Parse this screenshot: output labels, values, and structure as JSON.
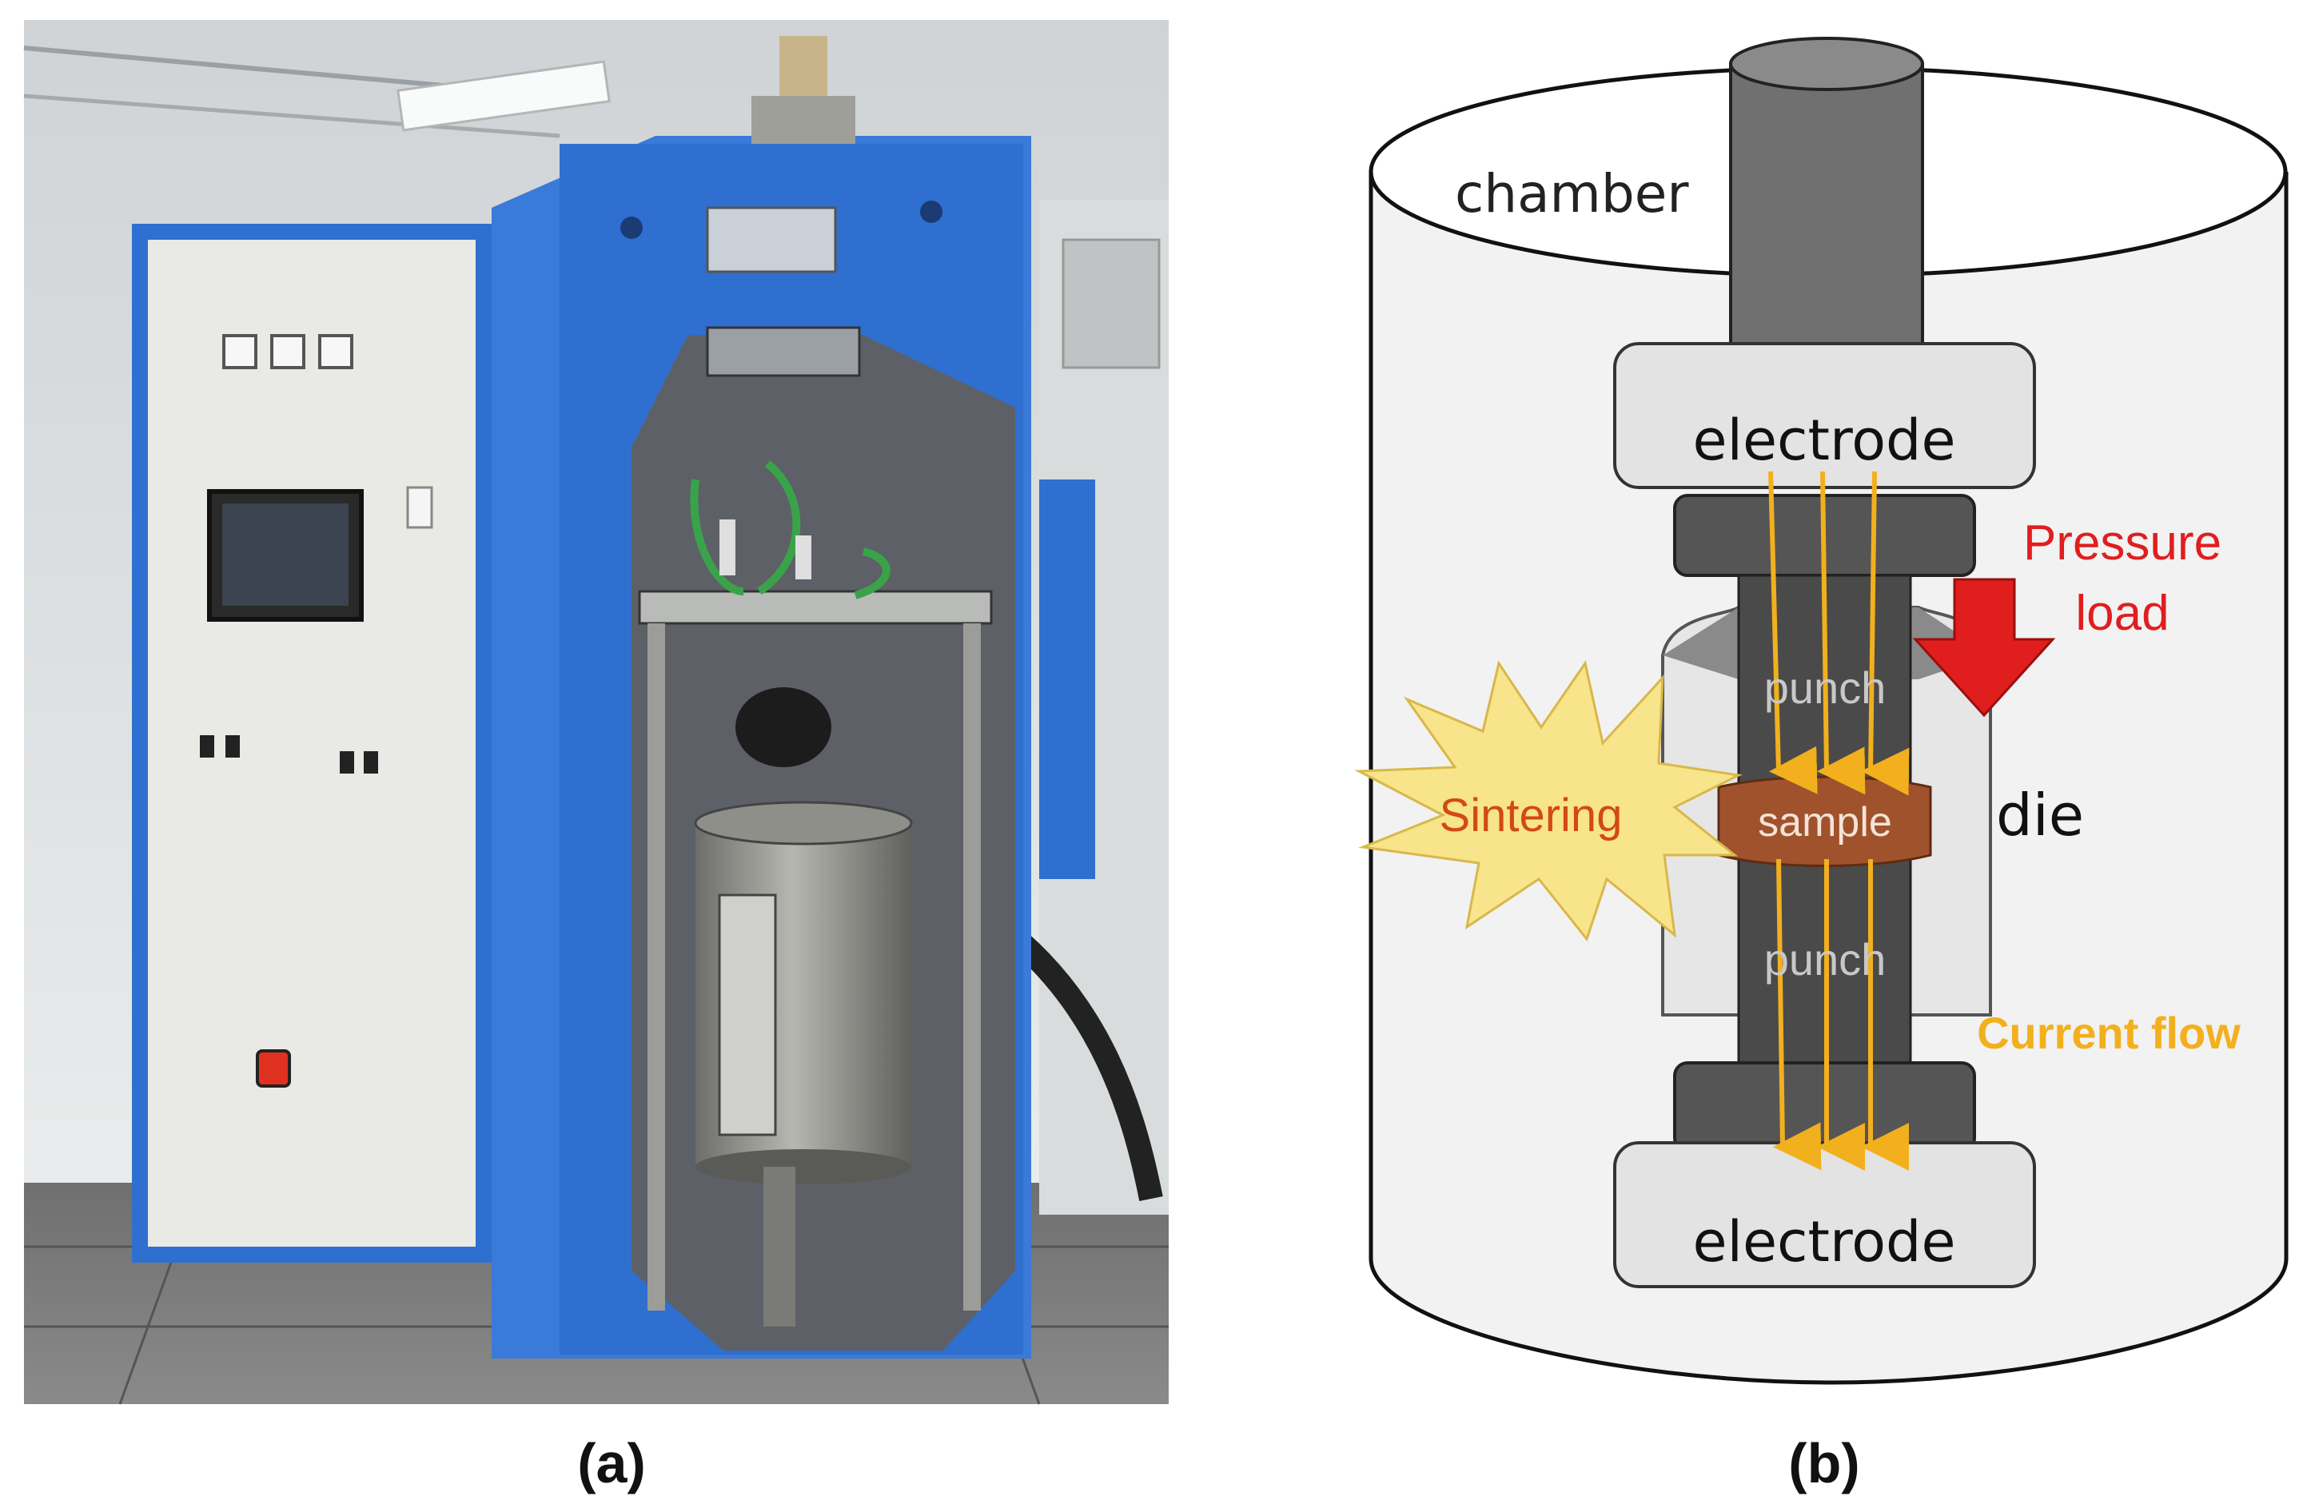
{
  "figure": {
    "panel_a": {
      "label": "(a)"
    },
    "panel_b": {
      "label": "(b)",
      "chamber": "chamber",
      "electrode_top": "electrode",
      "electrode_bottom": "electrode",
      "pressure_label_line1": "Pressure",
      "pressure_label_line2": "load",
      "punch_top": "punch",
      "punch_bottom": "punch",
      "sample": "sample",
      "die": "die",
      "sintering": "Sintering",
      "current_flow": "Current flow"
    }
  },
  "colors": {
    "machine_blue": "#2f6fd0",
    "panel_grey": "#e9e9e6",
    "chamber_fill": "#f2f2f2",
    "electrode_fill": "#e3e3e3",
    "punch_fill": "#4a4a4a",
    "sample_fill": "#a0522d",
    "pressure_red": "#e01e1e",
    "current_yellow": "#f2b01e",
    "starburst": "#f8e48a"
  }
}
